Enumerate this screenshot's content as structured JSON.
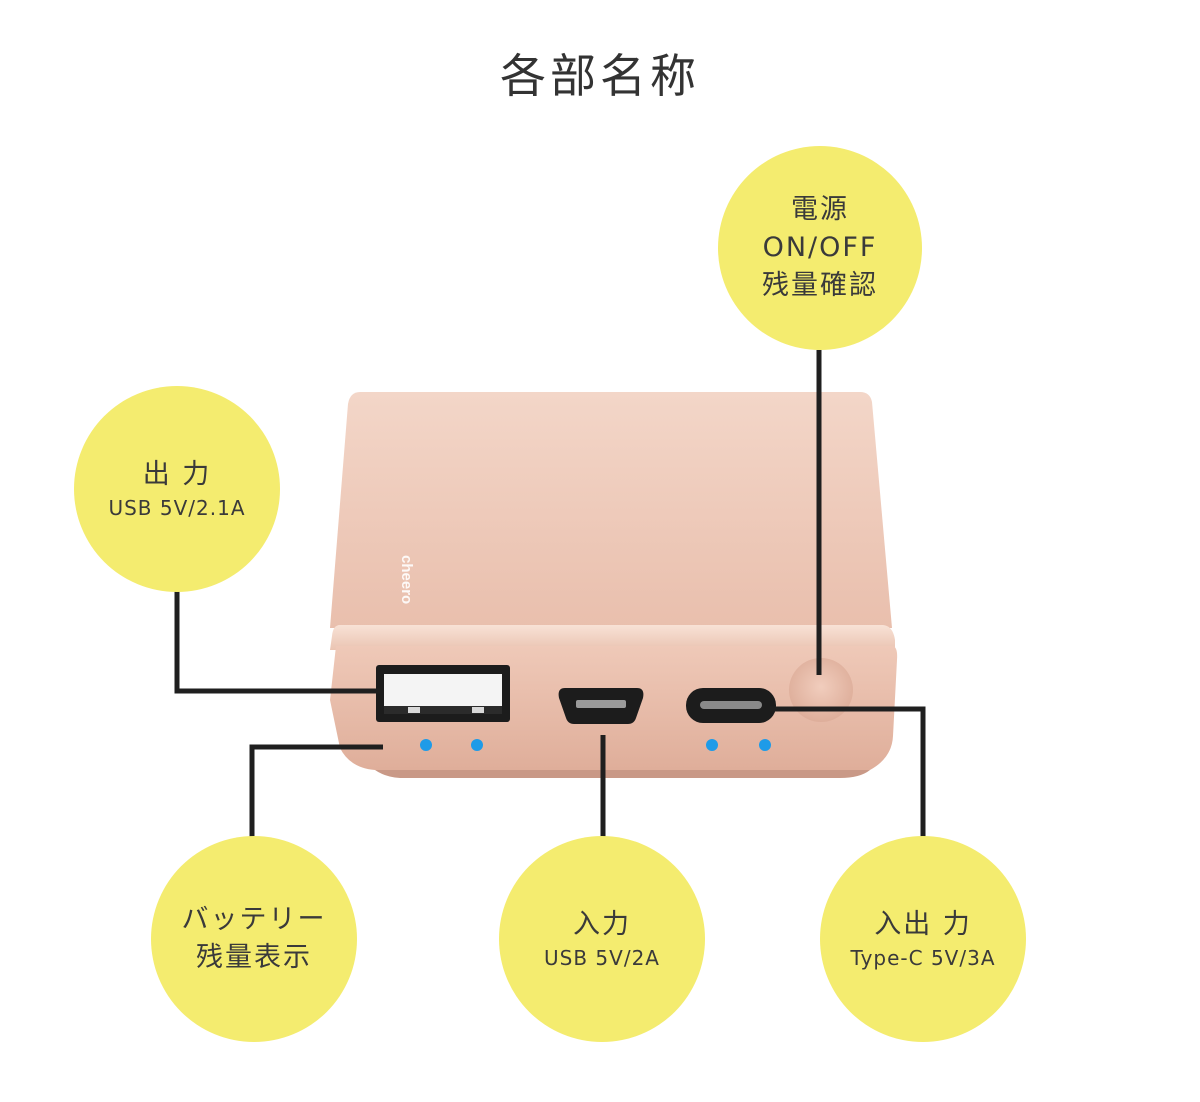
{
  "title": "各部名称",
  "brand_logo": "cheero",
  "colors": {
    "bubble": "#f4ec6f",
    "body_top": "#f0cdbd",
    "body_front": "#e8bba8",
    "leader_line": "#1f1f1f",
    "led": "#1e9be8"
  },
  "labels": {
    "power": {
      "line1": "電源",
      "line2": "ON/OFF",
      "line3": "残量確認"
    },
    "output_usb": {
      "line1": "出 力",
      "line2": "USB 5V/2.1A"
    },
    "battery": {
      "line1": "バッテリー",
      "line2": "残量表示"
    },
    "input_usb": {
      "line1": "入力",
      "line2": "USB 5V/2A"
    },
    "typec": {
      "line1": "入出 力",
      "line2": "Type-C 5V/3A"
    }
  }
}
